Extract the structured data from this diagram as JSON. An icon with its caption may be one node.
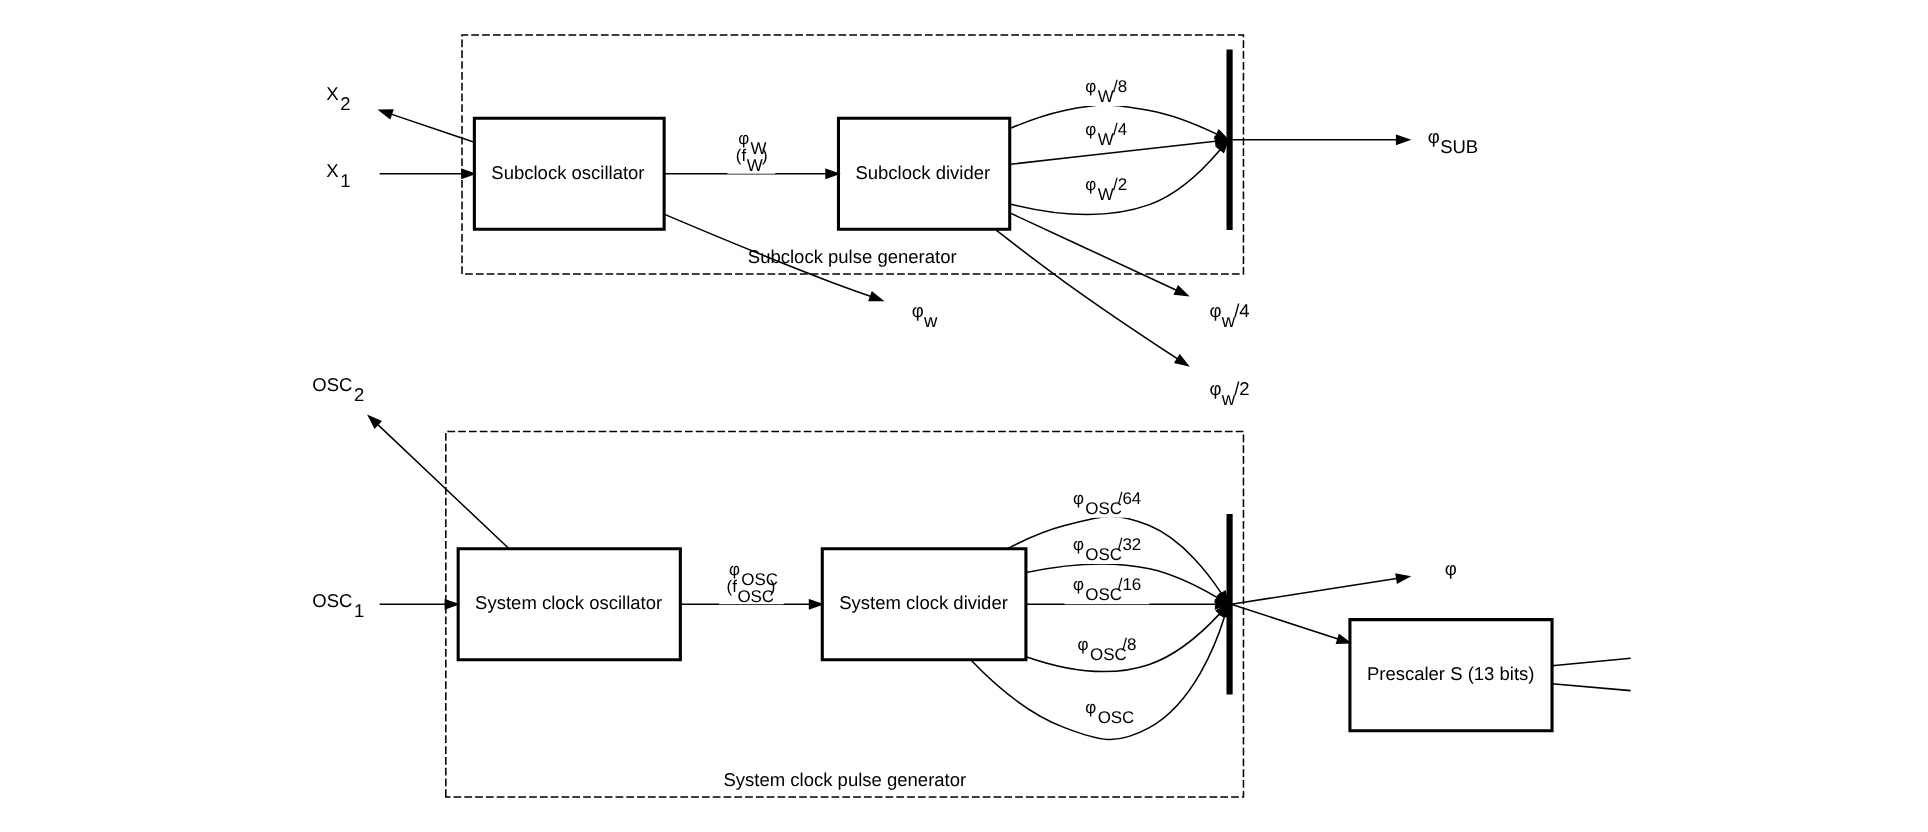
{
  "diagram": {
    "nodes": [
      {
        "text": [
          "System clock pulse generator"
        ]
      },
      {
        "text": [
          "System clock oscillator"
        ],
        "in": 0
      },
      {
        "text": [
          "System clock divider"
        ],
        "in": 0
      },
      {
        "text": [],
        "shape": "bar",
        "in": 0
      },
      {
        "text": [
          "Subclock pulse generator"
        ]
      },
      {
        "text": [
          "Subclock oscillator"
        ],
        "in": 4
      },
      {
        "text": [
          "Subclock divider"
        ],
        "in": 4
      },
      {
        "text": [],
        "shape": "bar",
        "in": 4
      },
      {
        "text": [
          "OSC$_{1}$"
        ]
      },
      {
        "text": [
          "OSC$_{2}$"
        ]
      },
      {
        "text": [
          "X$_{1}$"
        ]
      },
      {
        "text": [
          "X$_{2}$"
        ]
      },
      {
        "text": [
          "φ"
        ]
      },
      {
        "text": [
          "Prescaler S (13 bits)"
        ]
      },
      {
        "text": [
          "φ$_{w}$"
        ]
      },
      {
        "text": [
          "φ$_{w}$/4"
        ]
      },
      {
        "text": [
          "φ$_{SUB}$"
        ]
      },
      {
        "text": [
          "φ$_{w}$/2"
        ]
      }
    ],
    "edges": [
      {
        "from": 8,
        "to": 1,
        "arrow": "to"
      },
      {
        "from": 1,
        "to": 9,
        "arrow": "to"
      },
      {
        "from": 10,
        "to": 5,
        "arrow": "to"
      },
      {
        "from": 5,
        "to": 11,
        "arrow": "to"
      },
      {
        "from": 1,
        "to": 2,
        "arrow": "to",
        "label": "φ$_{OSC}$ (f$_{OSC}$)"
      },
      {
        "from": 2,
        "to": 3,
        "arrow": "to",
        "label": "φ$_{OSC}$"
      },
      {
        "from": 2,
        "to": 3,
        "arrow": "to",
        "label": "φ$_{OSC}$/8"
      },
      {
        "from": 2,
        "to": 3,
        "arrow": "to",
        "label": "φ$_{OSC}$/16"
      },
      {
        "from": 2,
        "to": 3,
        "arrow": "to",
        "label": "φ$_{OSC}$/32"
      },
      {
        "from": 2,
        "to": 3,
        "arrow": "to",
        "label": "φ$_{OSC}$/64"
      },
      {
        "from": 3,
        "to": 12,
        "arrow": "to"
      },
      {
        "from": 3,
        "to": 13,
        "arrow": "to"
      },
      {
        "from": 13,
        "to": null,
        "arrow": "none"
      },
      {
        "from": 13,
        "to": null,
        "arrow": "none"
      },
      {
        "from": 5,
        "to": 6,
        "arrow": "to",
        "label": "φ$_{W}$ (f$_{W}$)"
      },
      {
        "from": 5,
        "to": 14,
        "arrow": "to"
      },
      {
        "from": 6,
        "to": 7,
        "arrow": "to",
        "label": "φ$_{W}$/2"
      },
      {
        "from": 6,
        "to": 7,
        "arrow": "to",
        "label": "φ$_{W}$/4"
      },
      {
        "from": 6,
        "to": 7,
        "arrow": "to",
        "label": "φ$_{W}$/8"
      },
      {
        "from": 6,
        "to": 15,
        "arrow": "to"
      },
      {
        "from": 7,
        "to": 16,
        "arrow": "to"
      },
      {
        "from": 6,
        "to": 17,
        "arrow": "to"
      }
    ]
  }
}
